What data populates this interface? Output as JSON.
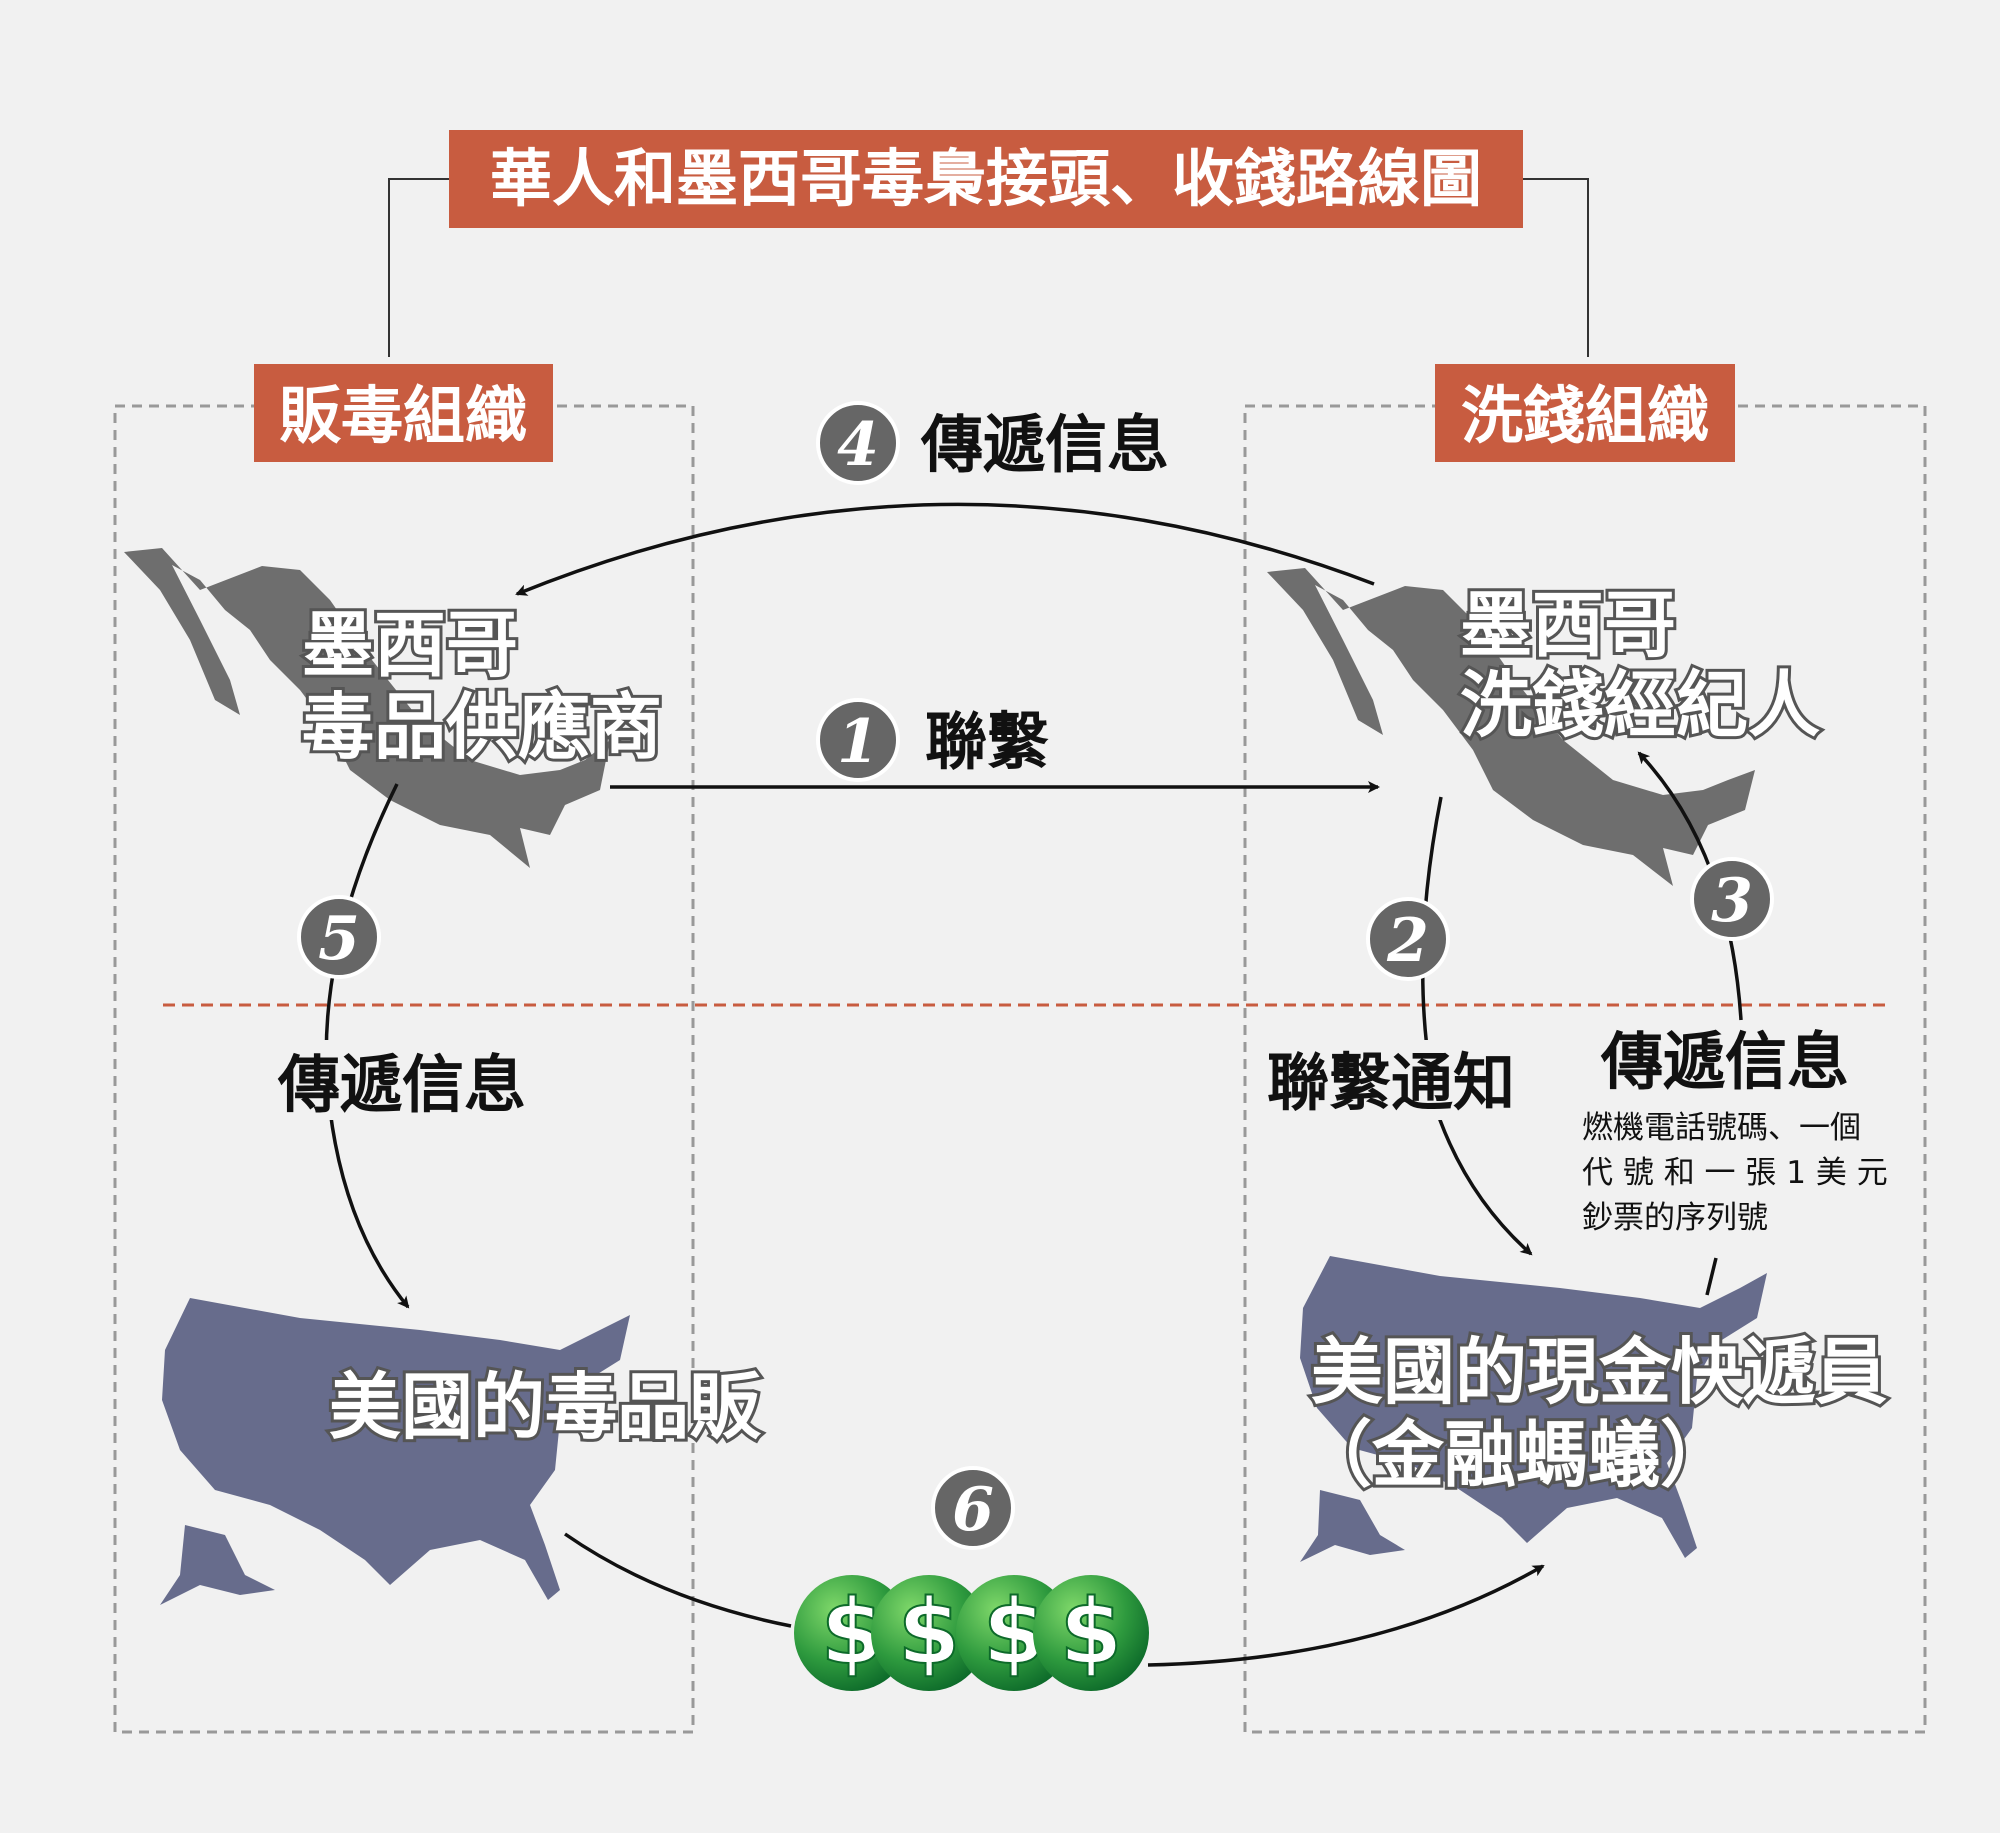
{
  "title": "華人和墨西哥毒梟接頭、收錢路線圖",
  "groups": {
    "left": "販毒組織",
    "right": "洗錢組織"
  },
  "nodes": {
    "mexico_supplier": [
      "墨西哥",
      "毒品供應商"
    ],
    "mexico_broker": [
      "墨西哥",
      "洗錢經紀人"
    ],
    "us_dealer": "美國的毒品販",
    "us_courier": [
      "美國的現金快遞員",
      "（金融螞蟻）"
    ]
  },
  "steps": [
    {
      "num": "1",
      "label": "聯繫"
    },
    {
      "num": "2",
      "label": "聯繫通知"
    },
    {
      "num": "3",
      "label": "傳遞信息",
      "detail": [
        "燃機電話號碼、一個",
        "代 號 和 一 張 1 美 元",
        "鈔票的序列號"
      ]
    },
    {
      "num": "4",
      "label": "傳遞信息"
    },
    {
      "num": "5",
      "label": "傳遞信息"
    },
    {
      "num": "6",
      "label": ""
    }
  ],
  "money_icon": "$",
  "colors": {
    "accent": "#c85c40",
    "mexico_map": "#6e6e6e",
    "us_map": "#676c8c",
    "step_circle": "#666666",
    "coin": "#2e9a3e"
  }
}
